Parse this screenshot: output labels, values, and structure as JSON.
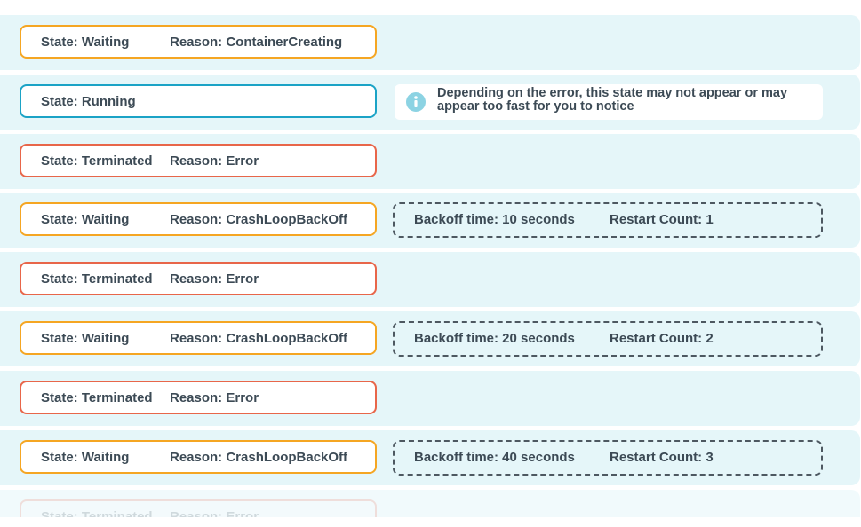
{
  "rows": [
    {
      "state": "State: Waiting",
      "reason": "Reason: ContainerCreating"
    },
    {
      "state": "State: Running",
      "reason": ""
    },
    {
      "state": "State: Terminated",
      "reason": "Reason: Error"
    },
    {
      "state": "State: Waiting",
      "reason": "Reason: CrashLoopBackOff"
    },
    {
      "state": "State: Terminated",
      "reason": "Reason: Error"
    },
    {
      "state": "State: Waiting",
      "reason": "Reason: CrashLoopBackOff"
    },
    {
      "state": "State: Terminated",
      "reason": "Reason: Error"
    },
    {
      "state": "State: Waiting",
      "reason": "Reason: CrashLoopBackOff"
    },
    {
      "state": "State: Terminated",
      "reason": "Reason: Error"
    }
  ],
  "info_note": {
    "icon": "info-icon",
    "text": "Depending on the error, this state may not appear or may appear too fast for you to notice"
  },
  "backoffs": [
    {
      "backoff": "Backoff time: 10 seconds",
      "restart": "Restart Count: 1"
    },
    {
      "backoff": "Backoff time: 20 seconds",
      "restart": "Restart Count: 2"
    },
    {
      "backoff": "Backoff time: 40 seconds",
      "restart": "Restart Count: 3"
    }
  ],
  "colors": {
    "band": "#e5f6f9",
    "waiting": "#f5a623",
    "running": "#1ba3c6",
    "terminated": "#e8664a",
    "info_icon": "#8cd3e3",
    "text": "#3c4a55"
  }
}
